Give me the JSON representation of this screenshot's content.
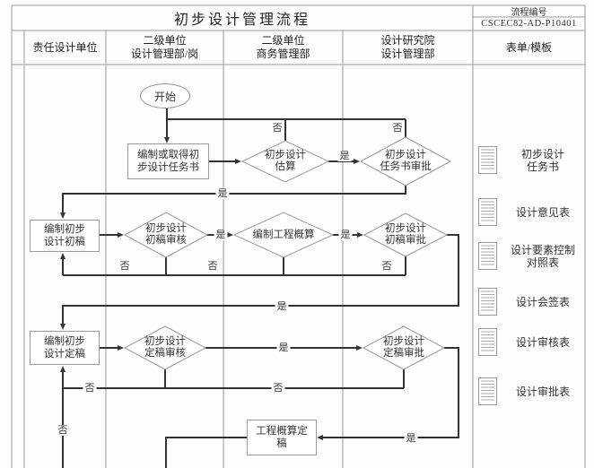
{
  "header": {
    "title": "初步设计管理流程",
    "code_label": "流程编号",
    "code_value": "CSCEC82-AD-P10401"
  },
  "lanes": [
    {
      "line1": "责任设计单位",
      "line2": ""
    },
    {
      "line1": "二级单位",
      "line2": "设计管理部/岗"
    },
    {
      "line1": "二级单位",
      "line2": "商务管理部"
    },
    {
      "line1": "设计研究院",
      "line2": "设计管理部"
    },
    {
      "line1": "表单/模板",
      "line2": ""
    }
  ],
  "nodes": {
    "start": "开始",
    "prepare_task_book": {
      "line1": "编制或取得初",
      "line2": "步设计任务书"
    },
    "prelim_estimate": {
      "line1": "初步设计",
      "line2": "估算"
    },
    "task_book_approval": {
      "line1": "初步设计",
      "line2": "任务书审批"
    },
    "draft_design": {
      "line1": "编制初步",
      "line2": "设计初稿"
    },
    "draft_review": {
      "line1": "初步设计",
      "line2": "初稿审核"
    },
    "budget_estimate": {
      "line1": "编制工程概算",
      "line2": ""
    },
    "draft_approval": {
      "line1": "初步设计",
      "line2": "初稿审批"
    },
    "final_design": {
      "line1": "编制初步",
      "line2": "设计定稿"
    },
    "final_review": {
      "line1": "初步设计",
      "line2": "定稿审核"
    },
    "final_approval": {
      "line1": "初步设计",
      "line2": "定稿审批"
    },
    "budget_final": {
      "line1": "工程概算定",
      "line2": "稿"
    }
  },
  "edge_labels": {
    "yes": "是",
    "no": "否"
  },
  "forms": [
    {
      "line1": "初步设计",
      "line2": "任务书"
    },
    {
      "line1": "设计意见表",
      "line2": ""
    },
    {
      "line1": "设计要素控制",
      "line2": "对照表"
    },
    {
      "line1": "设计会签表",
      "line2": ""
    },
    {
      "line1": "设计审核表",
      "line2": ""
    },
    {
      "line1": "设计审批表",
      "line2": ""
    }
  ],
  "colors": {
    "flow_line": "#333333",
    "grid_line": "#9a9a9a",
    "background": "#ffffff"
  }
}
